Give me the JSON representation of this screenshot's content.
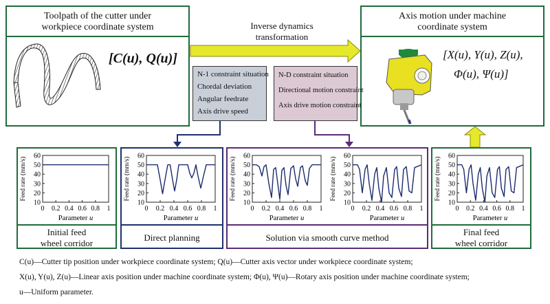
{
  "toolpath_box": {
    "title_line1": "Toolpath of the cutter under",
    "title_line2": "workpiece coordinate system",
    "formula": "[C(u), Q(u)]"
  },
  "axis_box": {
    "title_line1": "Axis motion under machine",
    "title_line2": "coordinate system",
    "formula_line1": "[X(u), Y(u), Z(u),",
    "formula_line2": "Φ(u), Ψ(u)]"
  },
  "arrow_label": {
    "line1": "Inverse dynamics",
    "line2": "transformation"
  },
  "n1_box": {
    "items": [
      "N-1 constraint situation",
      "Chordal deviation",
      "Angular feedrate",
      "Axis drive speed"
    ]
  },
  "nd_box": {
    "items": [
      "N-D constraint situation",
      "Directional motion constraint",
      "Axis drive motion constraint"
    ]
  },
  "panels": {
    "initial": "Initial feed\nwheel corridor",
    "direct": "Direct planning",
    "smooth": "Solution via smooth curve method",
    "final": "Final feed\nwheel corridor"
  },
  "chart_data": [
    {
      "type": "line",
      "id": "initial",
      "xlabel": "Parameter u",
      "ylabel": "Feed rate (mm/s)",
      "xlim": [
        0,
        1
      ],
      "ylim": [
        10,
        60
      ],
      "xticks": [
        "0",
        "0.2",
        "0.4",
        "0.6",
        "0.8",
        "1"
      ],
      "yticks": [
        "10",
        "20",
        "30",
        "40",
        "50",
        "60"
      ],
      "x": [
        0,
        1
      ],
      "y": [
        50,
        50
      ]
    },
    {
      "type": "line",
      "id": "direct",
      "xlabel": "Parameter u",
      "ylabel": "Feed rate (mm/s)",
      "xlim": [
        0,
        1
      ],
      "ylim": [
        10,
        60
      ],
      "xticks": [
        "0",
        "0.2",
        "0.4",
        "0.6",
        "0.8",
        "1"
      ],
      "yticks": [
        "10",
        "20",
        "30",
        "40",
        "50",
        "60"
      ],
      "x": [
        0,
        0.16,
        0.2,
        0.235,
        0.27,
        0.31,
        0.345,
        0.38,
        0.41,
        0.44,
        0.47,
        0.6,
        0.63,
        0.66,
        0.69,
        0.72,
        0.75,
        0.79,
        0.83,
        0.87,
        1
      ],
      "y": [
        50,
        50,
        34,
        19,
        34,
        50,
        50,
        34,
        22,
        34,
        50,
        50,
        41,
        36,
        41,
        50,
        38,
        25,
        38,
        50,
        50
      ]
    },
    {
      "type": "line",
      "id": "smooth-1",
      "xlabel": "Parameter u",
      "ylabel": "Feed rate (mm/s)",
      "xlim": [
        0,
        1
      ],
      "ylim": [
        10,
        60
      ],
      "xticks": [
        "0",
        "0.2",
        "0.4",
        "0.6",
        "0.8",
        "1"
      ],
      "yticks": [
        "10",
        "20",
        "30",
        "40",
        "50",
        "60"
      ],
      "x": [
        0,
        0.06,
        0.1,
        0.14,
        0.17,
        0.2,
        0.24,
        0.28,
        0.31,
        0.34,
        0.37,
        0.4,
        0.43,
        0.46,
        0.49,
        0.52,
        0.56,
        0.6,
        0.63,
        0.66,
        0.7,
        0.73,
        0.77,
        0.8,
        0.83,
        0.87,
        0.9,
        1
      ],
      "y": [
        50,
        50,
        48,
        38,
        48,
        50,
        30,
        15,
        45,
        47,
        30,
        13,
        44,
        47,
        28,
        18,
        46,
        49,
        35,
        27,
        47,
        49,
        33,
        28,
        46,
        50,
        50,
        50
      ]
    },
    {
      "type": "line",
      "id": "smooth-2",
      "xlabel": "Parameter u",
      "ylabel": "Feed rate (mm/s)",
      "xlim": [
        0,
        1
      ],
      "ylim": [
        10,
        60
      ],
      "xticks": [
        "0",
        "0.2",
        "0.4",
        "0.6",
        "0.8",
        "1"
      ],
      "yticks": [
        "10",
        "20",
        "30",
        "40",
        "50",
        "60"
      ],
      "x": [
        0,
        0.07,
        0.1,
        0.14,
        0.18,
        0.21,
        0.24,
        0.28,
        0.32,
        0.35,
        0.38,
        0.42,
        0.45,
        0.49,
        0.53,
        0.57,
        0.61,
        0.64,
        0.67,
        0.71,
        0.74,
        0.78,
        0.82,
        0.86,
        0.9,
        1
      ],
      "y": [
        50,
        50,
        45,
        20,
        45,
        50,
        30,
        12,
        40,
        47,
        25,
        10,
        38,
        47,
        20,
        15,
        45,
        48,
        25,
        16,
        45,
        48,
        22,
        20,
        47,
        50
      ]
    },
    {
      "type": "line",
      "id": "final",
      "xlabel": "Parameter u",
      "ylabel": "Feed rate (mm/s)",
      "xlim": [
        0,
        1
      ],
      "ylim": [
        10,
        60
      ],
      "xticks": [
        "0",
        "0.2",
        "0.4",
        "0.6",
        "0.8",
        "1"
      ],
      "yticks": [
        "10",
        "20",
        "30",
        "40",
        "50",
        "60"
      ],
      "x": [
        0,
        0.07,
        0.1,
        0.14,
        0.18,
        0.21,
        0.24,
        0.28,
        0.32,
        0.35,
        0.38,
        0.42,
        0.45,
        0.49,
        0.53,
        0.57,
        0.61,
        0.64,
        0.67,
        0.71,
        0.74,
        0.78,
        0.82,
        0.86,
        0.9,
        1
      ],
      "y": [
        50,
        50,
        45,
        20,
        45,
        50,
        30,
        12,
        40,
        47,
        25,
        10,
        38,
        47,
        20,
        15,
        45,
        48,
        25,
        16,
        45,
        48,
        22,
        20,
        47,
        50
      ]
    }
  ],
  "legend": {
    "line1": "C(u)—Cutter tip position under workpiece coordinate system;   Q(u)—Cutter axis vector under workpiece coordinate system;",
    "line2": "X(u), Y(u), Z(u)—Linear axis position under machine coordinate system;   Φ(u), Ψ(u)—Rotary axis position under machine coordinate system;",
    "line3": "u—Uniform parameter."
  },
  "colors": {
    "green": "#1e6b3a",
    "navy": "#1f2f6e",
    "purple": "#5a2a78",
    "arrow_yellow": "#e6e82a",
    "curve": "#1a2a6c"
  }
}
